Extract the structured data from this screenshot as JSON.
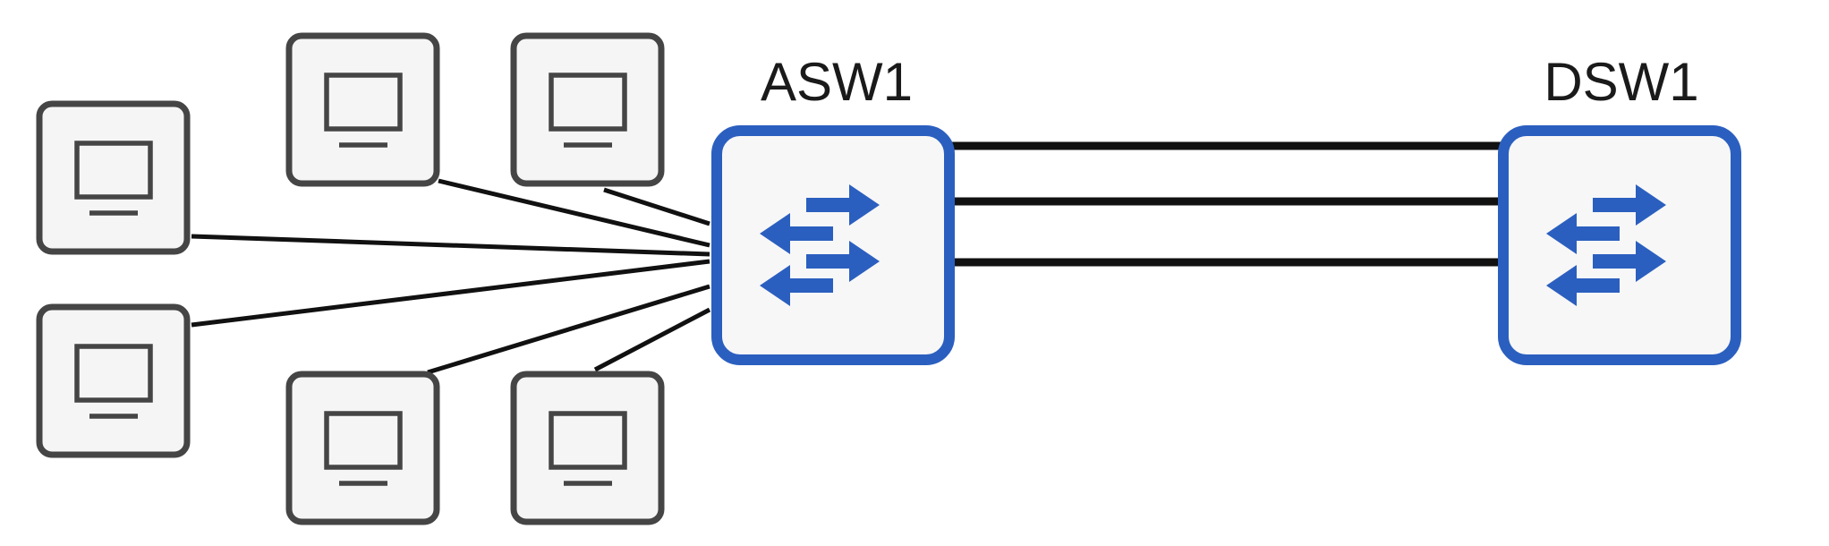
{
  "switches": [
    {
      "id": "asw1",
      "label": "ASW1",
      "icon": "switch-arrows-icon"
    },
    {
      "id": "dsw1",
      "label": "DSW1",
      "icon": "switch-arrows-icon"
    }
  ],
  "pcs": [
    {
      "id": "pc-1",
      "icon": "pc-icon"
    },
    {
      "id": "pc-2",
      "icon": "pc-icon"
    },
    {
      "id": "pc-3",
      "icon": "pc-icon"
    },
    {
      "id": "pc-4",
      "icon": "pc-icon"
    },
    {
      "id": "pc-5",
      "icon": "pc-icon"
    },
    {
      "id": "pc-6",
      "icon": "pc-icon"
    }
  ],
  "links": [
    {
      "from": "pc-1",
      "to": "asw1"
    },
    {
      "from": "pc-2",
      "to": "asw1"
    },
    {
      "from": "pc-3",
      "to": "asw1"
    },
    {
      "from": "pc-4",
      "to": "asw1"
    },
    {
      "from": "pc-5",
      "to": "asw1"
    },
    {
      "from": "pc-6",
      "to": "asw1"
    },
    {
      "from": "asw1",
      "to": "dsw1"
    },
    {
      "from": "asw1",
      "to": "dsw1"
    },
    {
      "from": "asw1",
      "to": "dsw1"
    }
  ],
  "colors": {
    "switch": "#2b5fbf",
    "pc": "#454545",
    "link": "#111111"
  }
}
